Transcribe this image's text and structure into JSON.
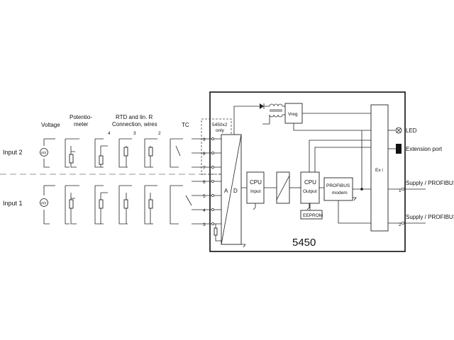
{
  "title": "",
  "inputs": {
    "input2": "Input 2",
    "input1": "Input 1"
  },
  "headers": {
    "voltage": "Voltage",
    "potentiometer_1": "Potentio-",
    "potentiometer_2": "meter",
    "rtd_1": "RTD and lin. R",
    "rtd_2": "Connection, wires",
    "wires_4": "4",
    "wires_3": "3",
    "wires_2": "2",
    "tc": "TC"
  },
  "sources": {
    "mv_top": "mV",
    "mv_bottom": "mV"
  },
  "terminals": [
    "9",
    "8",
    "7",
    "6",
    "5",
    "4",
    "3"
  ],
  "blocks": {
    "only_note_1": "5450x2",
    "only_note_2": "only",
    "adc_a": "A",
    "adc_d": "D",
    "cpu_input_1": "CPU",
    "cpu_input_2": "Input",
    "cpu_output_1": "CPU",
    "cpu_output_2": "Output",
    "vreg": "Vreg",
    "profibus_1": "PROFIBUS",
    "profibus_2": "modem",
    "eeprom": "EEPROM",
    "exi": "Ex i",
    "model": "5450"
  },
  "right_labels": {
    "led": "LED",
    "extension_port": "Extension port",
    "supply_1": "Supply / PROFIBUS",
    "supply_2": "Supply / PROFIBUS",
    "pin_1": "1",
    "pin_2": "2"
  }
}
